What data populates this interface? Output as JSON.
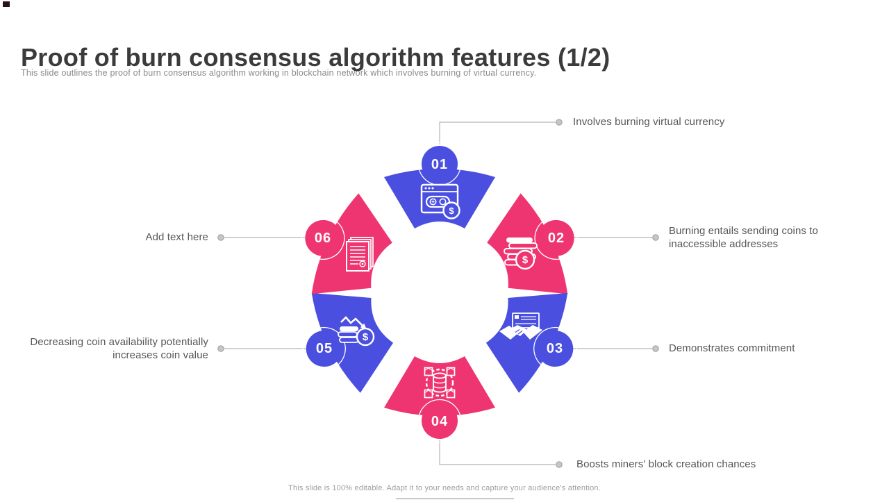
{
  "slide": {
    "title": "Proof of burn consensus algorithm features (1/2)",
    "subtitle": "This slide outlines the proof of burn consensus algorithm working in blockchain network which involves burning of virtual currency.",
    "footer": "This slide is 100% editable. Adapt it to your needs and capture your audience's attention."
  },
  "colors": {
    "blue": "#4a4fe0",
    "pink": "#ef3571",
    "connector": "#b5b5b5",
    "dot_fill": "#c6c6c6",
    "dot_stroke": "#a5a5a5",
    "title_text": "#3b3b3b",
    "label_text": "#565656"
  },
  "icons": {
    "dollar": "$"
  },
  "segments": [
    {
      "number": "01",
      "color": "#4a4fe0",
      "icon": "browser-game-dollar-icon",
      "label": "Involves burning virtual currency"
    },
    {
      "number": "02",
      "color": "#ef3571",
      "icon": "coins-stack-icon",
      "label": "Burning entails sending coins to inaccessible addresses"
    },
    {
      "number": "03",
      "color": "#4a4fe0",
      "icon": "handshake-document-icon",
      "label": "Demonstrates commitment"
    },
    {
      "number": "04",
      "color": "#ef3571",
      "icon": "blockchain-database-icon",
      "label": "Boosts miners' block creation chances"
    },
    {
      "number": "05",
      "color": "#4a4fe0",
      "icon": "coin-decrease-chart-icon",
      "label": "Decreasing coin availability potentially increases coin value"
    },
    {
      "number": "06",
      "color": "#ef3571",
      "icon": "documents-icon",
      "label": "Add text here"
    }
  ]
}
